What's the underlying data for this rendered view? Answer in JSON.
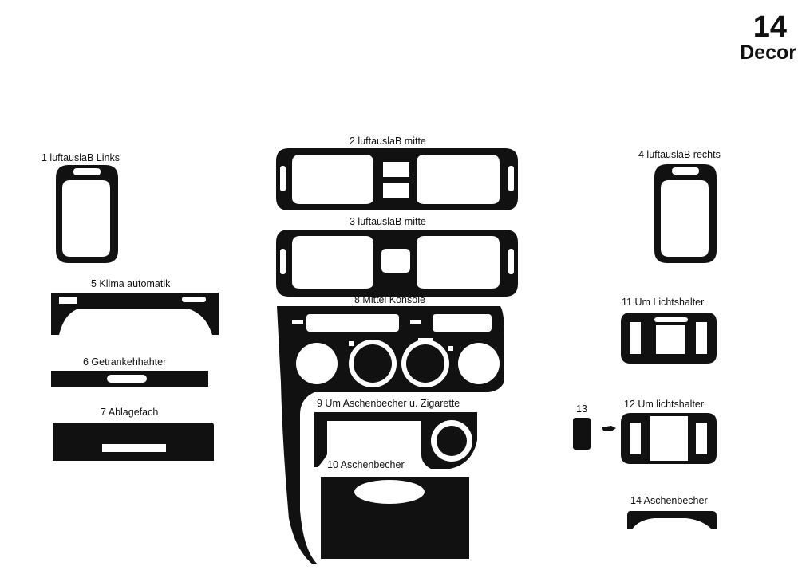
{
  "header": {
    "number": "14",
    "word": "Decor"
  },
  "colors": {
    "part_fill": "#111111",
    "cutout": "#ffffff"
  },
  "parts": [
    {
      "id": "1",
      "label": "1  luftauslaB Links"
    },
    {
      "id": "2",
      "label": "2   luftauslaB  mitte"
    },
    {
      "id": "3",
      "label": "3   luftauslaB  mitte"
    },
    {
      "id": "4",
      "label": "4  luftauslaB rechts"
    },
    {
      "id": "5",
      "label": "5  Klima automatik"
    },
    {
      "id": "6",
      "label": "6  Getrankehhahter"
    },
    {
      "id": "7",
      "label": "7  Ablagefach"
    },
    {
      "id": "8",
      "label": "8  Mittel Konsole"
    },
    {
      "id": "9",
      "label": "9  Um Aschenbecher u. Zigarette"
    },
    {
      "id": "10",
      "label": "10  Aschenbecher"
    },
    {
      "id": "11",
      "label": "11  Um Lichtshalter"
    },
    {
      "id": "12",
      "label": "12  Um lichtshalter"
    },
    {
      "id": "13",
      "label": "13"
    },
    {
      "id": "14",
      "label": "14  Aschenbecher"
    }
  ]
}
